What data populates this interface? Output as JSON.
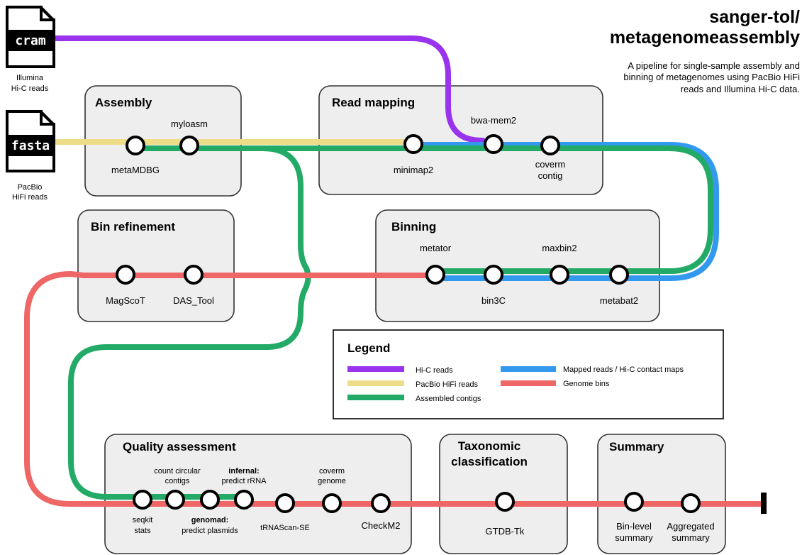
{
  "title_line1": "sanger-tol/",
  "title_line2": "metagenomeassembly",
  "subtitle": [
    "A pipeline for single-sample assembly and",
    "binning of metagenomes using PacBio HiFi",
    "reads and Illumina Hi-C data."
  ],
  "inputs": {
    "cram": {
      "file": "cram",
      "label": [
        "Illumina",
        "Hi-C reads"
      ]
    },
    "fasta": {
      "file": "fasta",
      "label": [
        "PacBio",
        "HiFi reads"
      ]
    }
  },
  "colors": {
    "hic": "#9933ee",
    "hifi": "#eedd88",
    "contigs": "#22aa66",
    "mapped": "#3399ee",
    "bins": "#ee6666"
  },
  "sections": {
    "assembly": "Assembly",
    "read_mapping": "Read mapping",
    "bin_refinement": "Bin refinement",
    "binning": "Binning",
    "quality": "Quality assessment",
    "taxonomic": [
      "Taxonomic",
      "classification"
    ],
    "summary": "Summary"
  },
  "nodes": {
    "metamdbg": "metaMDBG",
    "myloasm": "myloasm",
    "minimap2": "minimap2",
    "bwa_mem2": "bwa-mem2",
    "coverm_contig": [
      "coverm",
      "contig"
    ],
    "magscot": "MagScoT",
    "das_tool": "DAS_Tool",
    "metator": "metator",
    "bin3c": "bin3C",
    "maxbin2": "maxbin2",
    "metabat2": "metabat2",
    "seqkit": [
      "seqkit",
      "stats"
    ],
    "count_circular": [
      "count circular",
      "contigs"
    ],
    "genomad_bold": "genomad:",
    "genomad_rest": "predict plasmids",
    "infernal_bold": "infernal:",
    "infernal_rest": "predict rRNA",
    "trnascan": "tRNAScan-SE",
    "coverm_genome": [
      "coverm",
      "genome"
    ],
    "checkm2": "CheckM2",
    "gtdbtk": "GTDB-Tk",
    "bin_level": [
      "Bin-level",
      "summary"
    ],
    "aggregated": [
      "Aggregated",
      "summary"
    ]
  },
  "legend": {
    "title": "Legend",
    "items": [
      {
        "label": "Hi-C reads",
        "color": "#9933ee"
      },
      {
        "label": "PacBio HiFi reads",
        "color": "#eedd88"
      },
      {
        "label": "Assembled contigs",
        "color": "#22aa66"
      },
      {
        "label": "Mapped reads / Hi-C contact maps",
        "color": "#3399ee"
      },
      {
        "label": "Genome bins",
        "color": "#ee6666"
      }
    ]
  }
}
